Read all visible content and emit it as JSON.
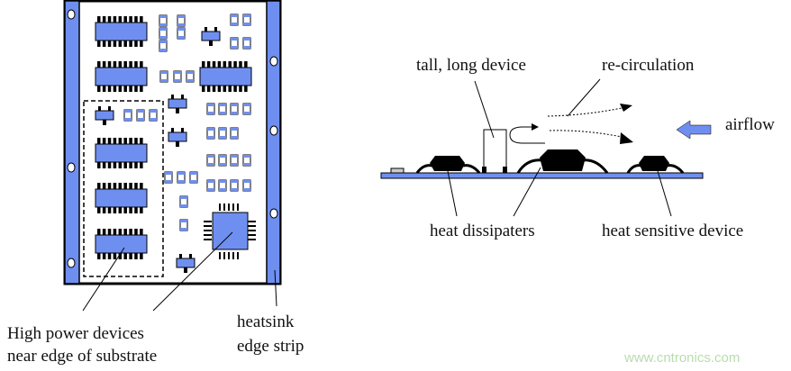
{
  "colors": {
    "component": "#6f8ff0",
    "strip": "#6f8ff0",
    "pcb": "#6f8ff0",
    "outline": "#000000",
    "watermark": "#b9dcae"
  },
  "left_diagram": {
    "label_high_power_1": "High power devices",
    "label_high_power_2": "near edge of substrate",
    "label_heatsink_1": "heatsink",
    "label_heatsink_2": "edge strip"
  },
  "right_diagram": {
    "label_tall": "tall, long device",
    "label_recirc": "re-circulation",
    "label_airflow": "airflow",
    "label_dissipaters": "heat dissipaters",
    "label_sensitive": "heat sensitive device"
  },
  "watermark": "www.cntronics.com"
}
